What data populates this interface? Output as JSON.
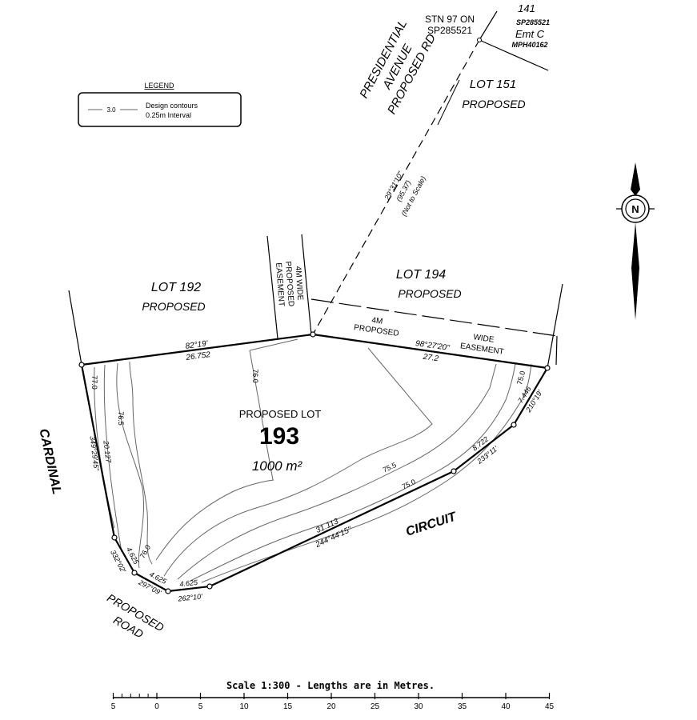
{
  "legend": {
    "title": "LEGEND",
    "contour_sample": "3.0",
    "line1": "Design contours",
    "line2": "0.25m Interval"
  },
  "station": {
    "line1": "STN 97 ON",
    "line2": "SP285521"
  },
  "lot141": {
    "number": "141",
    "plan": "SP285521",
    "emt": "Emt C",
    "mph": "MPH40162"
  },
  "road_top": {
    "line1": "PRESIDENTIAL",
    "line2": "AVENUE",
    "line3": "PROPOSED RD"
  },
  "radiation": {
    "bearing": "29°31'10\"",
    "distance": "(95.37)",
    "note": "(Not to Scale)"
  },
  "lot151": {
    "label": "LOT 151",
    "status": "PROPOSED"
  },
  "lot192": {
    "label": "LOT 192",
    "status": "PROPOSED"
  },
  "lot194": {
    "label": "LOT 194",
    "status": "PROPOSED"
  },
  "easement_vertical": {
    "line1": "4M WIDE",
    "line2": "PROPOSED",
    "line3": "EASEMENT"
  },
  "easement_horizontal": {
    "part1": "4M",
    "part2": "PROPOSED",
    "part3": "WIDE",
    "part4": "EASEMENT"
  },
  "lot193": {
    "title": "PROPOSED LOT",
    "number": "193",
    "area": "1000 m²"
  },
  "boundary": {
    "north_west_bearing": "82°19'",
    "north_west_distance": "26.752",
    "north_east_bearing": "98°27'20\"",
    "north_east_distance": "27.2",
    "east_bearing": "210°19'",
    "east_distance": "7.446",
    "south_east_bearing": "233°11'",
    "south_east_distance": "8.722",
    "south_bearing": "244°44'15\"",
    "south_distance": "31.113",
    "corner1_bearing": "262°10'",
    "corner1_distance": "4.625",
    "corner2_bearing": "297°09'",
    "corner2_distance": "4.625",
    "corner3_bearing": "332°02'",
    "corner3_distance": "4.625",
    "west_bearing": "349°29'45\"",
    "west_distance": "20.127"
  },
  "contours": {
    "c770": "77.0",
    "c765": "76.5",
    "c760": "76.0",
    "c760b": "76.0",
    "c755": "75.5",
    "c750": "75.0",
    "c750b": "75.0"
  },
  "streets": {
    "cardinal": "CARDINAL",
    "circuit": "CIRCUIT",
    "road_line1": "PROPOSED",
    "road_line2": "ROAD"
  },
  "north": {
    "letter": "N"
  },
  "scale": {
    "title": "Scale 1:300 - Lengths are in Metres.",
    "ticks": [
      "5",
      "0",
      "5",
      "10",
      "15",
      "20",
      "25",
      "30",
      "35",
      "40",
      "45"
    ]
  }
}
